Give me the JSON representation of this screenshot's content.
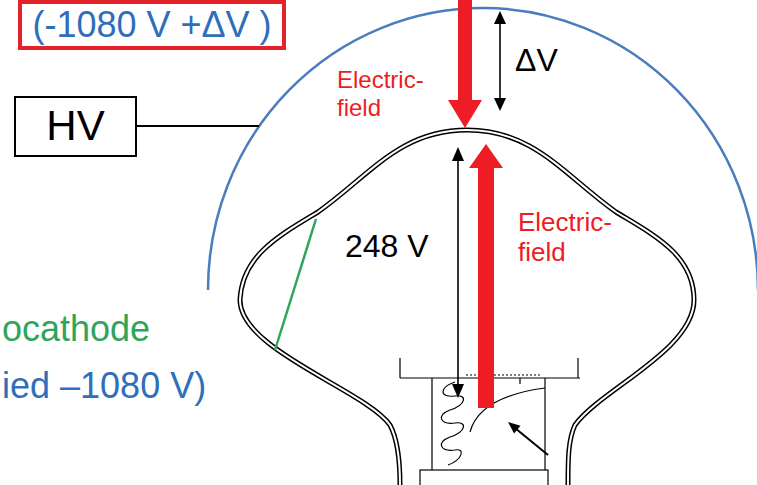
{
  "diagram": {
    "nodes": [
      {
        "text": [
          "(-1080 V +ΔV )"
        ]
      },
      {
        "text": [
          "HV"
        ]
      }
    ],
    "labels": [
      "ΔV",
      "Electric- field",
      "248 V",
      "Electric- field",
      "ocathode",
      "ied –1080 V)"
    ]
  }
}
